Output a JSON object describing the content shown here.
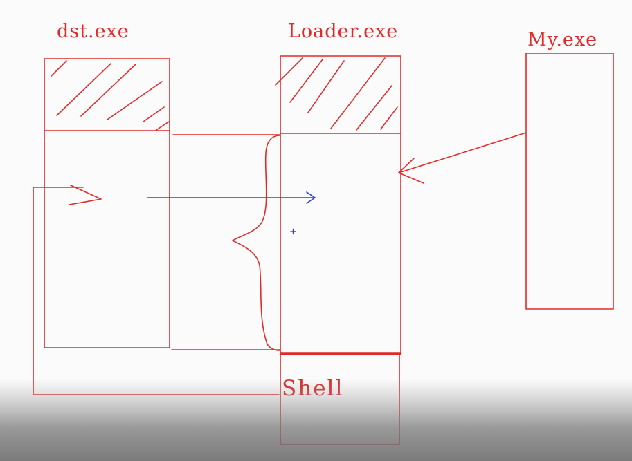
{
  "labels": {
    "dst": "dst.exe",
    "loader": "Loader.exe",
    "my": "My.exe",
    "shell": "Shell"
  },
  "colors": {
    "background": "#fbfbfb",
    "ink_red": "#e02a2a",
    "ink_blue": "#3040e0"
  }
}
